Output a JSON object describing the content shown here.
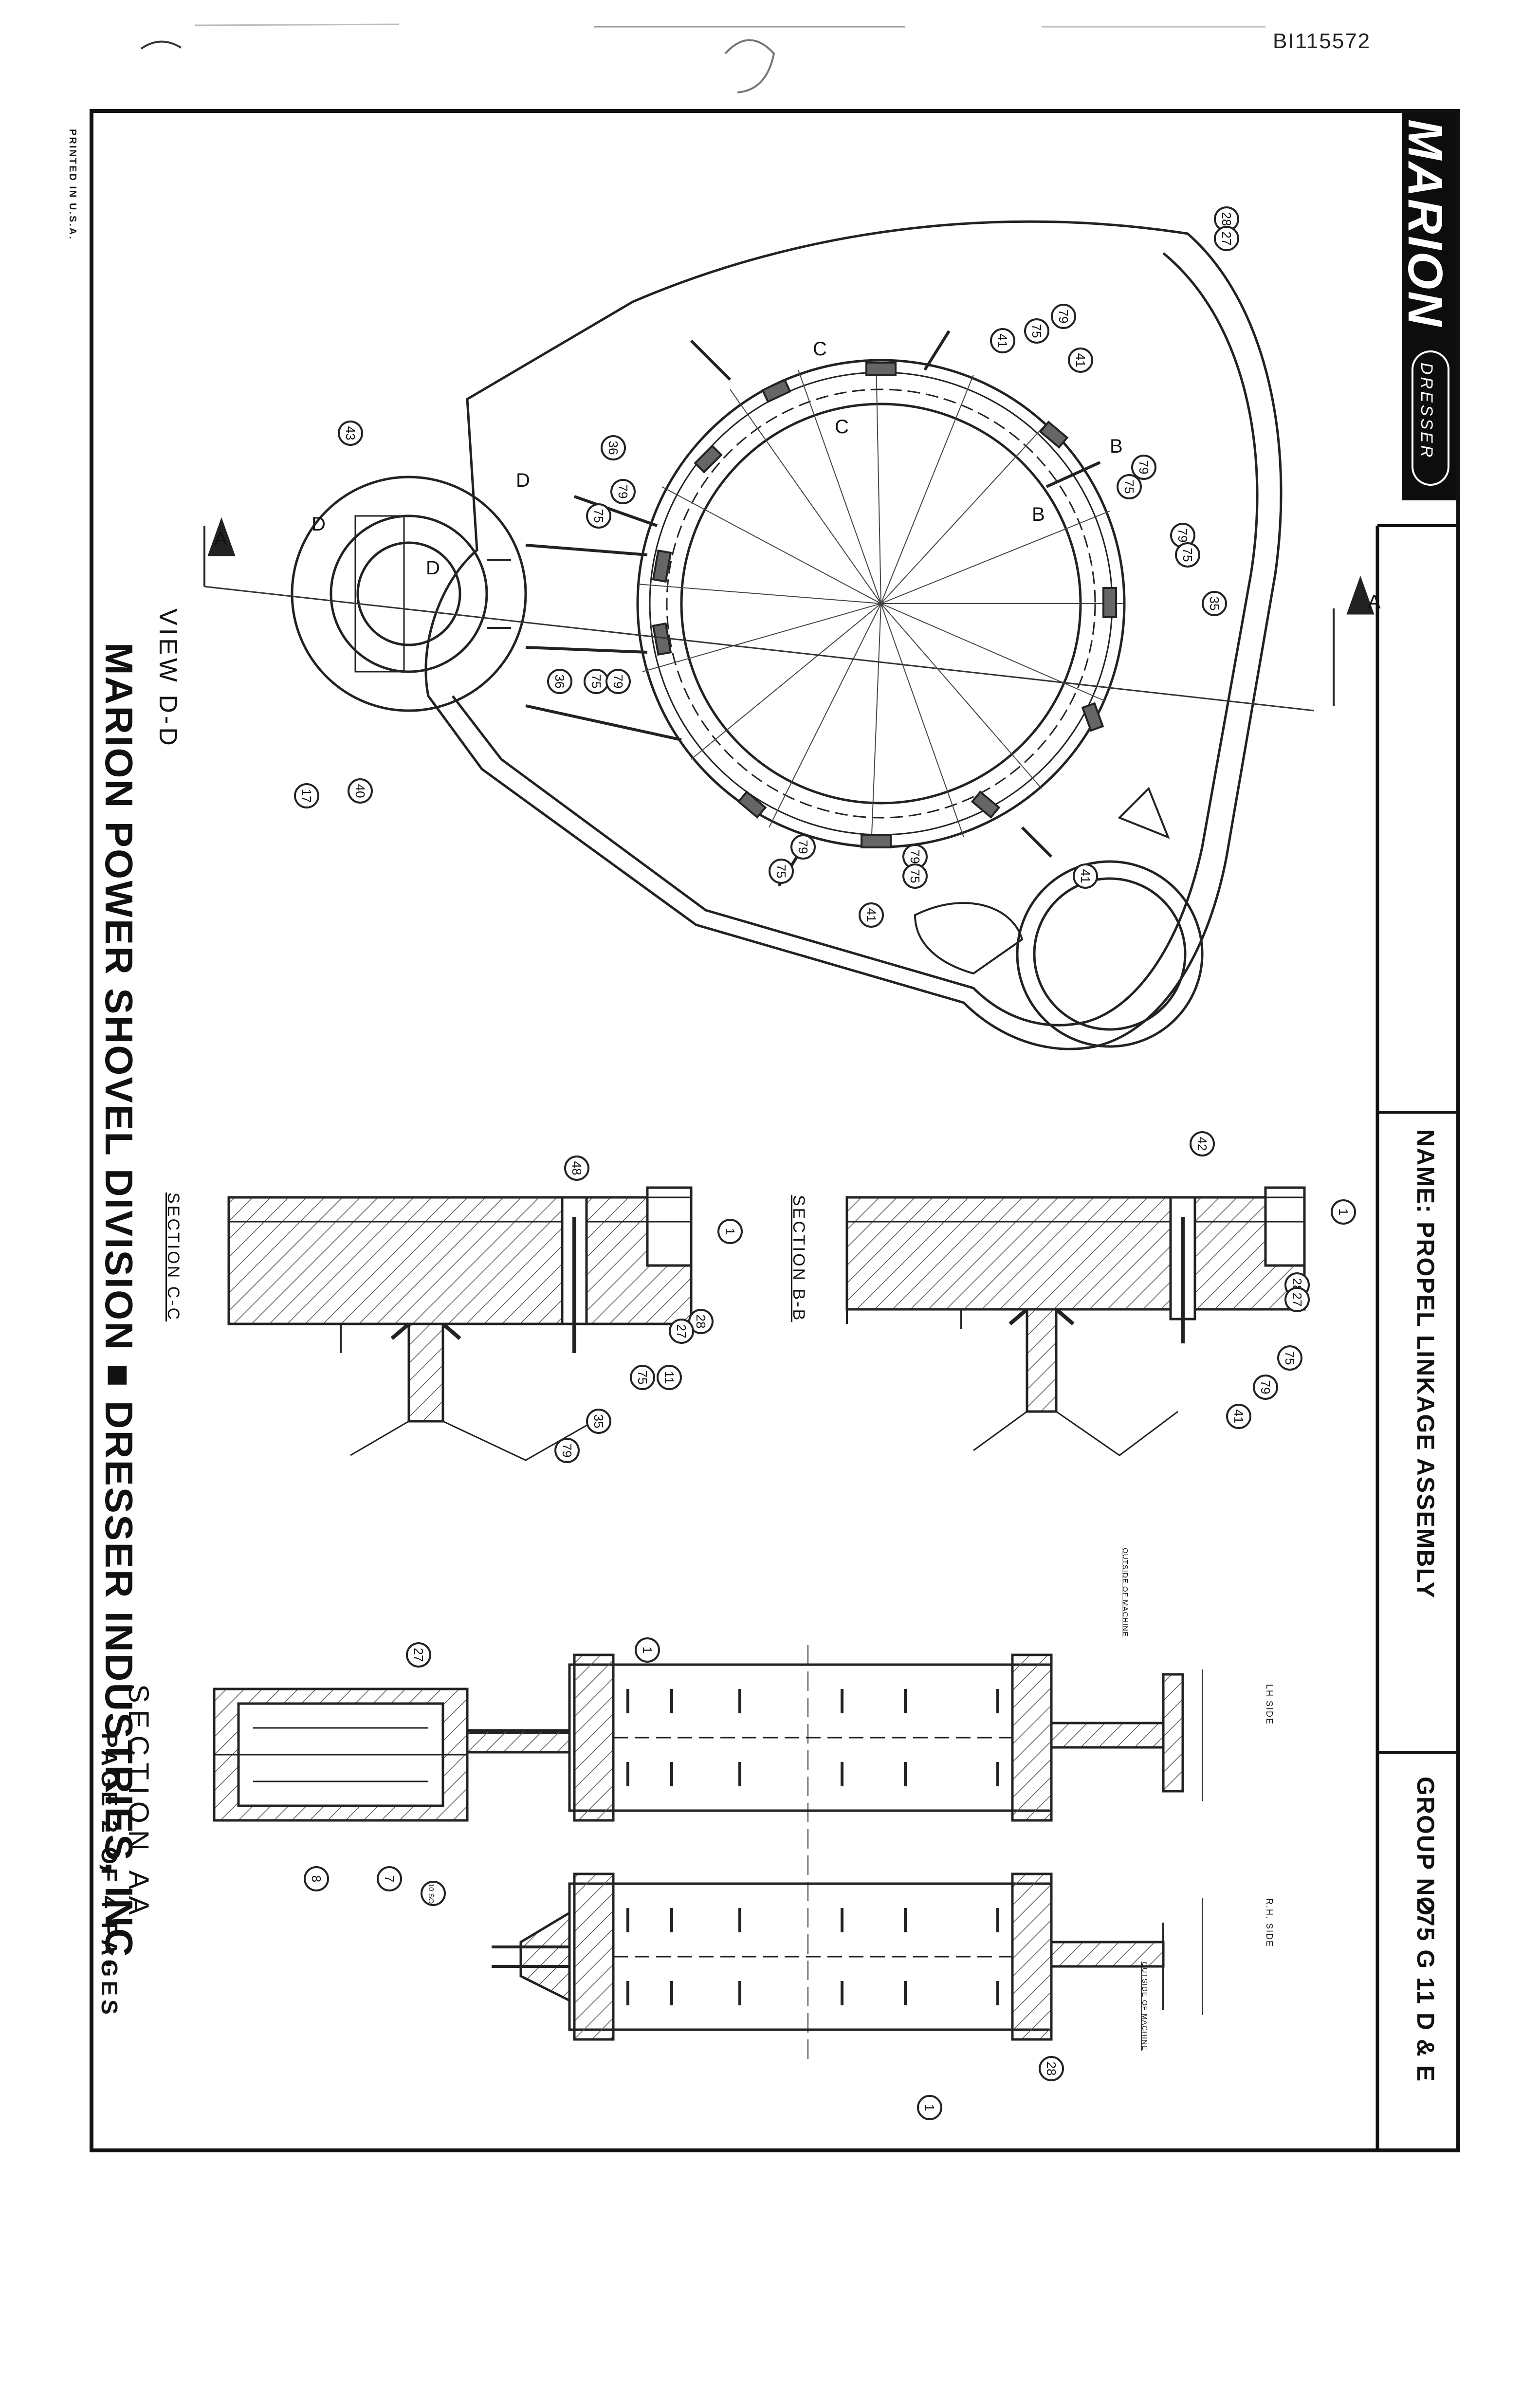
{
  "document_id": "BI115572",
  "printed_note": "PRINTED IN U.S.A.",
  "brand": {
    "name": "MARION",
    "sub": "DRESSER"
  },
  "title_block": {
    "name_label": "NAME:",
    "name_value": "PROPEL LINKAGE ASSEMBLY",
    "group_label": "GROUP NO",
    "group_value": "275 G 11 D & E"
  },
  "footer": {
    "division_line": "MARION POWER SHOVEL DIVISION ■ DRESSER INDUSTRIES, INC.",
    "section_aa": "SECTION AA",
    "page_line": "PAGE 2 OF 4 PAGES"
  },
  "views": {
    "view_dd": "VIEW D-D",
    "section_cc": "SECTION C-C",
    "section_bb": "SECTION B-B"
  },
  "section_aa_notes": {
    "lh_side": "LH SIDE",
    "outside_left": "OUTSIDE OF MACHINE",
    "rh_side": "R.H. SIDE",
    "outside_right": "OUTSIDE OF MACHINE"
  },
  "cutting_plane_labels": {
    "a": "A",
    "b": "B",
    "c": "C",
    "d": "D"
  },
  "balloons": {
    "view_dd": [
      "28",
      "27",
      "79",
      "75",
      "41",
      "41",
      "79",
      "75",
      "79",
      "75",
      "35",
      "41",
      "79",
      "75",
      "41",
      "79",
      "75",
      "36",
      "79",
      "75",
      "43",
      "36",
      "75",
      "79",
      "40",
      "17"
    ],
    "section_bb": [
      "1",
      "28",
      "27",
      "42",
      "75",
      "79",
      "41"
    ],
    "section_cc": [
      "1",
      "28",
      "27",
      "48",
      "11",
      "75",
      "35",
      "79"
    ],
    "section_aa": [
      "1",
      "27",
      "10 SO",
      "7",
      "8",
      "1",
      "28"
    ]
  }
}
